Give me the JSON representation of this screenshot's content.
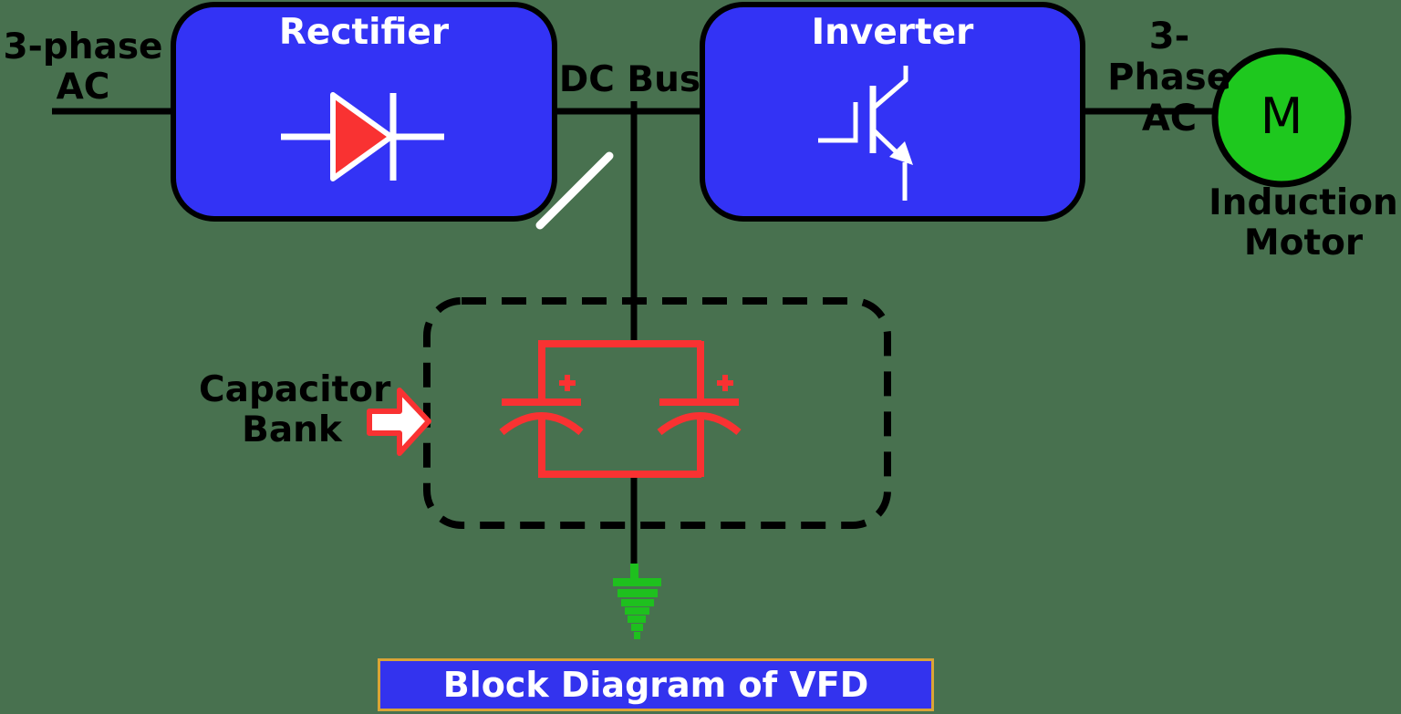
{
  "diagram": {
    "source_label": {
      "line1": "3-phase",
      "line2": "AC"
    },
    "rectifier": {
      "title": "Rectifier"
    },
    "dc_bus_label": "DC Bus",
    "inverter": {
      "title": "Inverter"
    },
    "output_label": {
      "line1": "3-Phase",
      "line2": "AC"
    },
    "motor": {
      "letter": "M",
      "label_line1": "Induction",
      "label_line2": "Motor"
    },
    "capacitor_bank": {
      "label_line1": "Capacitor",
      "label_line2": "Bank"
    },
    "caption": "Block Diagram of VFD",
    "icons": {
      "rectifier_symbol": "diode-icon",
      "inverter_symbol": "igbt-transistor-icon",
      "capacitor_symbols": "polarized-capacitor-icon",
      "ground_symbol": "earth-ground-icon",
      "pointer": "right-block-arrow-icon"
    },
    "colors": {
      "background": "#48714F",
      "block_blue": "#3333F5",
      "symbol_red": "#F93232",
      "motor_green": "#1EC81E",
      "ground_green": "#1EC01E",
      "caption_border_gold": "#D9A437",
      "wire_black": "#000000",
      "symbol_white": "#FFFFFF"
    }
  }
}
